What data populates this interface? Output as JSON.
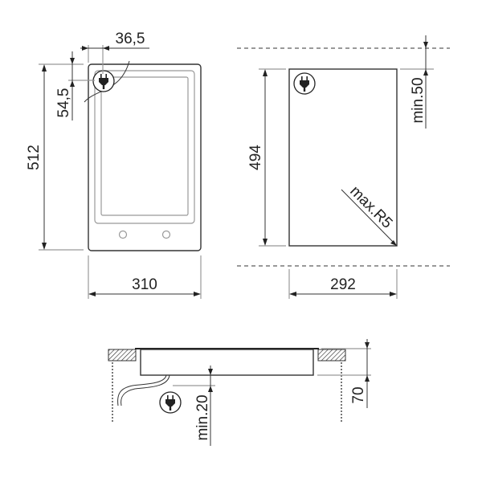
{
  "top_view": {
    "width_label": "310",
    "height_label": "512",
    "plug_offset_x_label": "36,5",
    "plug_offset_y_label": "54,5"
  },
  "cutout_view": {
    "width_label": "292",
    "height_label": "494",
    "clearance_label": "min.50",
    "radius_label": "max.R5"
  },
  "side_view": {
    "depth_label": "70",
    "clearance_label": "min.20"
  },
  "colors": {
    "line": "#333333",
    "light_line": "#999999"
  }
}
